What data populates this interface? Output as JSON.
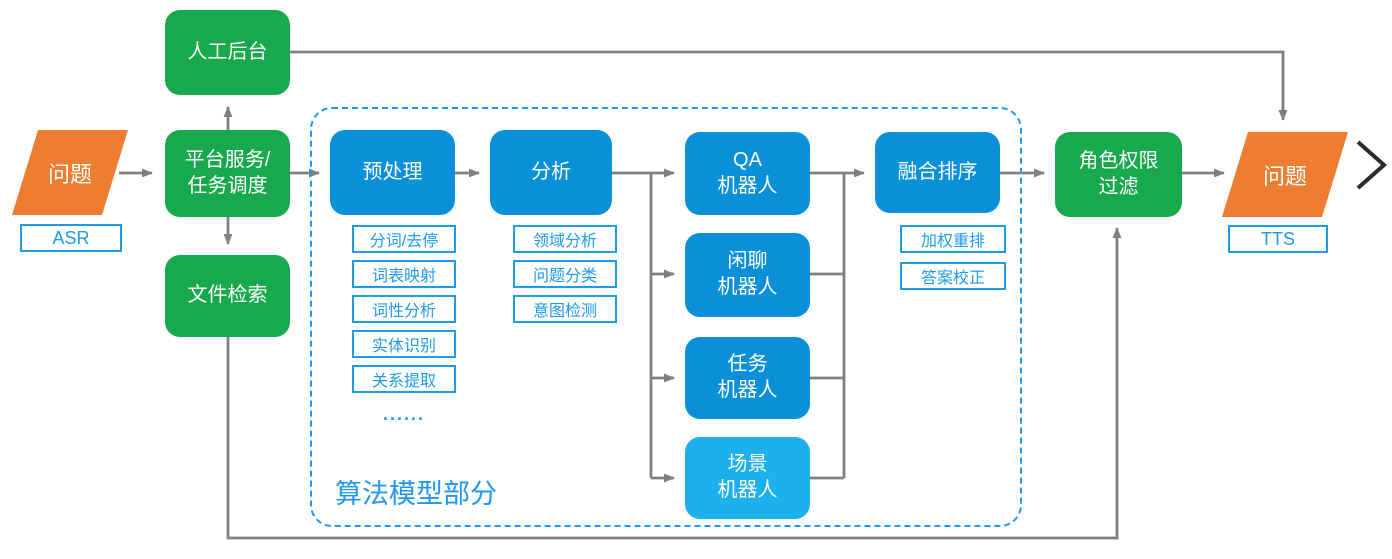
{
  "region": {
    "title": "算法模型部分"
  },
  "nodes": {
    "question_in": {
      "label": "问题",
      "tag": "ASR"
    },
    "manual_backend": {
      "label": "人工后台"
    },
    "platform": {
      "label": "平台服务/\n任务调度"
    },
    "file_retrieval": {
      "label": "文件检索"
    },
    "preprocess": {
      "label": "预处理",
      "sub_labels": [
        "分词/去停",
        "词表映射",
        "词性分析",
        "实体识别",
        "关系提取"
      ],
      "ellipsis": "......"
    },
    "analysis": {
      "label": "分析",
      "sub_labels": [
        "领域分析",
        "问题分类",
        "意图检测"
      ]
    },
    "qa_robot": {
      "label": "QA\n机器人"
    },
    "chat_robot": {
      "label": "闲聊\n机器人"
    },
    "task_robot": {
      "label": "任务\n机器人"
    },
    "scene_robot": {
      "label": "场景\n机器人"
    },
    "fusion": {
      "label": "融合排序",
      "sub_labels": [
        "加权重排",
        "答案校正"
      ]
    },
    "role_filter": {
      "label": "角色权限\n过滤"
    },
    "question_out": {
      "label": "问题",
      "tag": "TTS"
    }
  },
  "colors": {
    "green": "#17A94C",
    "blue": "#0A90D8",
    "light_blue": "#1CB0EC",
    "orange": "#ED7D31",
    "accent_blue": "#1E9BEA",
    "dashed_border": "#2196F3",
    "connector_gray": "#808080",
    "chevron_dark": "#2B2B2B"
  }
}
